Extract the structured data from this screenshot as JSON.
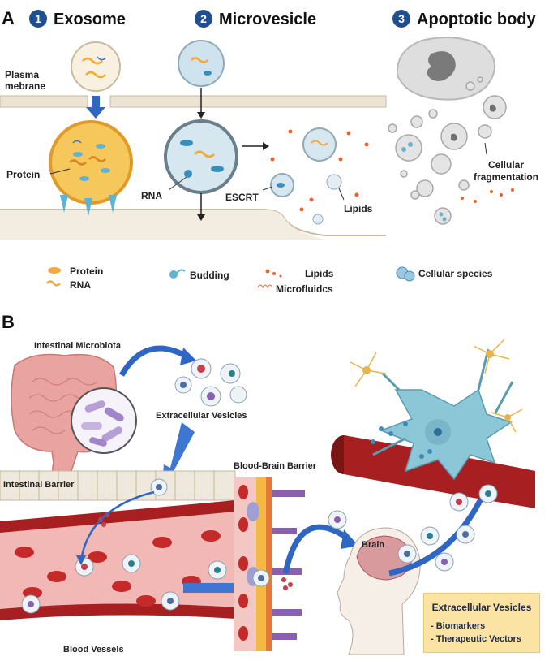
{
  "panel_a": {
    "letter": "A",
    "headers": [
      {
        "number": "1",
        "title": "Exosome"
      },
      {
        "number": "2",
        "title": "Microvesicle"
      },
      {
        "number": "3",
        "title": "Apoptotic body"
      }
    ],
    "labels": {
      "plasma_membrane_line1": "Plasma",
      "plasma_membrane_line2": "mebrane",
      "protein": "Protein",
      "rna": "RNA",
      "escrt": "ESCRT",
      "lipids": "Lipids",
      "cellular_fragmentation_line1": "Cellular",
      "cellular_fragmentation_line2": "fragmentation"
    },
    "legend": {
      "protein": "Protein",
      "rna": "RNA",
      "budding": "Budding",
      "lipids": "Lipids",
      "microfluidics": "Microfluidcs",
      "cellular_species": "Cellular species"
    }
  },
  "panel_b": {
    "letter": "B",
    "labels": {
      "intestinal_microbiota": "Intestinal Microbiota",
      "extracellular_vesicles": "Extracellular Vesicles",
      "intestinal_barrier": "Intestinal Barrier",
      "blood_brain_barrier": "Blood-Brain Barrier",
      "blood_vessels": "Blood Vessels",
      "brain": "Brain"
    },
    "info_box": {
      "title": "Extracellular Vesicles",
      "items": [
        "- Biomarkers",
        "- Therapeutic Vectors"
      ]
    }
  },
  "colors": {
    "number_badge": "#1f4f8f",
    "arrow_blue": "#2f66c4",
    "vesicle_orange": "#f4a93a",
    "vesicle_blue": "#5fb3d4",
    "blood_red": "#b42424",
    "info_box": "#fbe3a4"
  }
}
